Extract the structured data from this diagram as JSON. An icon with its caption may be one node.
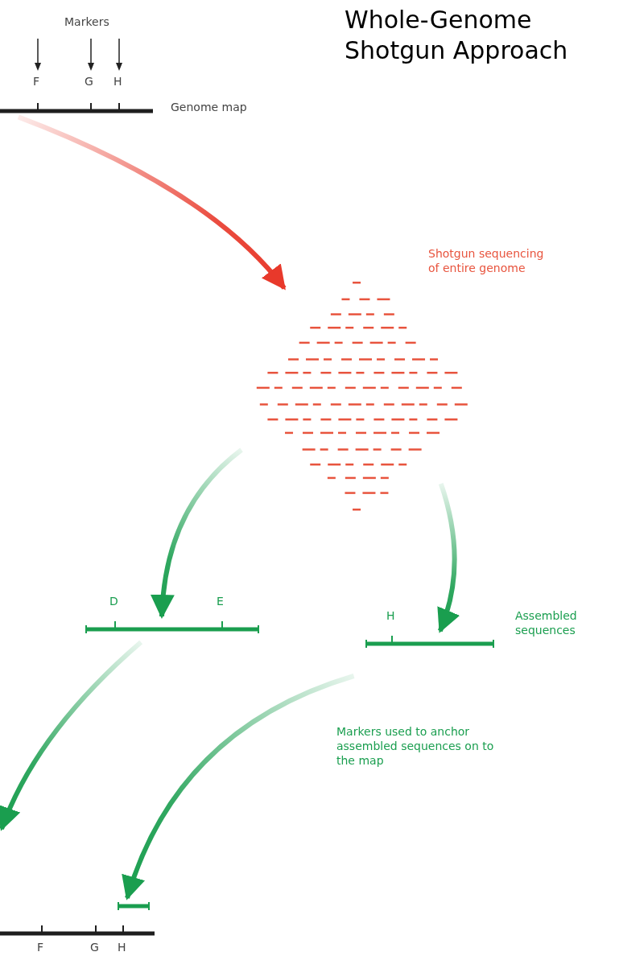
{
  "diagram": {
    "title": "Whole-Genome Shotgun Approach",
    "nodes": [
      {
        "text": [],
        "shape": "bar",
        "beside": [
          "Genome map"
        ]
      },
      {
        "text": [],
        "shape": "picture",
        "beside": [
          "Shotgun sequencing of entire genome"
        ]
      },
      {
        "text": [],
        "shape": "bar"
      },
      {
        "text": [],
        "shape": "bar"
      },
      {
        "text": [],
        "shape": "bar"
      },
      {
        "text": [],
        "shape": "bar"
      }
    ],
    "edges": [
      {
        "from": 0,
        "to": 1,
        "arrow": "to",
        "color": "#e8392b"
      },
      {
        "from": 1,
        "to": 2,
        "arrow": "to"
      },
      {
        "from": 1,
        "to": 3,
        "arrow": "to"
      },
      {
        "from": 2,
        "to": null,
        "arrow": "to"
      },
      {
        "from": 3,
        "to": 5,
        "arrow": "to"
      }
    ],
    "labels": [
      "Markers",
      "F",
      "G",
      "H",
      "D",
      "E",
      "H",
      "Assembled sequences",
      "Markers used to anchor assembled sequences on to the map",
      "F",
      "G",
      "H"
    ]
  }
}
